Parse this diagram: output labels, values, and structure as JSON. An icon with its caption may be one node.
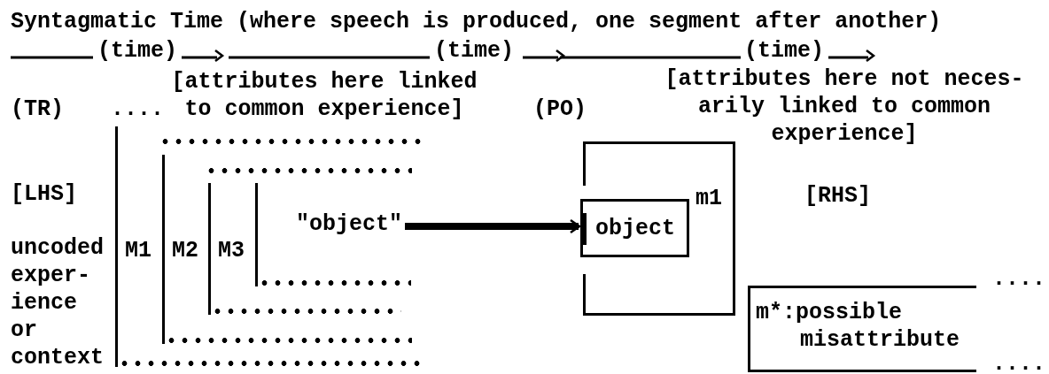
{
  "diagram": {
    "title": "Syntagmatic Time (where speech is produced, one segment after another)",
    "nodes": [
      {
        "text": [
          "M1"
        ]
      },
      {
        "text": [
          "M2"
        ],
        "in": 0
      },
      {
        "text": [
          "M3"
        ],
        "in": 1
      },
      {
        "text": [
          "\"object\""
        ],
        "in": 2
      },
      {
        "text": [
          "m1"
        ]
      },
      {
        "text": [
          "object"
        ],
        "in": 4
      },
      {
        "text": [
          "m*:possible misattribute"
        ]
      }
    ],
    "edges": [
      {
        "from": 3,
        "to": 5,
        "arrow": "to"
      }
    ],
    "labels": [
      "(time)",
      "(time)",
      "(time)",
      "[attributes here linked to common experience]",
      "(TR)",
      "....",
      "(PO)",
      "[attributes here not neces- arily linked to common experience]",
      "[LHS]",
      "[RHS]",
      "uncoded exper- ience or context",
      "....",
      "...."
    ]
  }
}
